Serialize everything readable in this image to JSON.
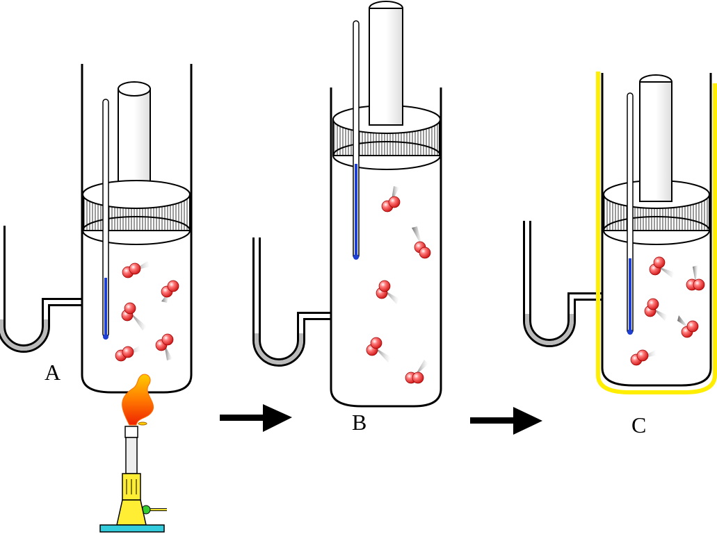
{
  "labels": {
    "a": "A",
    "b": "B",
    "c": "C"
  },
  "colors": {
    "outline": "#000000",
    "insulation": "#ffee00",
    "thermometer_fluid": "#1f3fd0",
    "molecule": "#ee2222",
    "flame_outer": "#ff6a00",
    "flame_inner": "#ffcc00",
    "burner_body": "#ffee33",
    "burner_base": "#33ccdd",
    "burner_valve": "#33cc33",
    "tube_gray": "#bbbbbb"
  },
  "icons": {
    "flame": "flame-icon",
    "arrow": "right-arrow-icon",
    "molecule": "diatomic-molecule-icon",
    "thermometer": "thermometer-icon",
    "burner": "bunsen-burner-icon",
    "manometer": "u-tube-manometer-icon",
    "piston": "piston-icon"
  }
}
